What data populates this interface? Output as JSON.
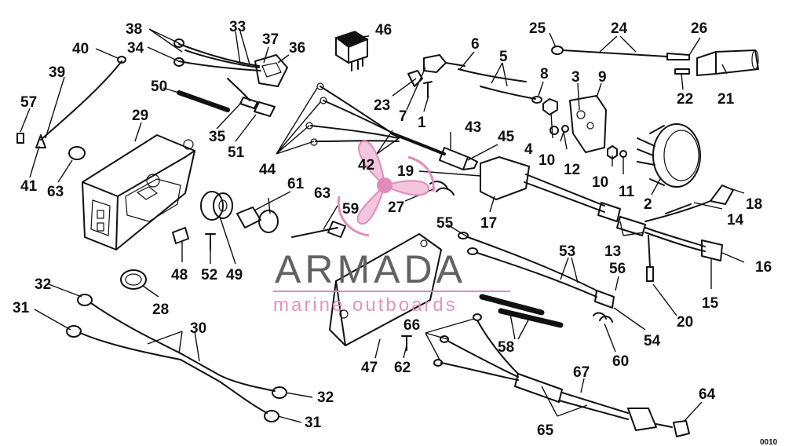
{
  "watermark": {
    "title": "ARMADA",
    "subtitle": "marine outboards",
    "accent_color": "#e085b8",
    "text_color": "#5a5a5a"
  },
  "figure_code": "0010",
  "callouts": {
    "c1": "1",
    "c2": "2",
    "c3": "3",
    "c4": "4",
    "c5": "5",
    "c6": "6",
    "c7": "7",
    "c8": "8",
    "c9": "9",
    "c10a": "10",
    "c10b": "10",
    "c11": "11",
    "c12": "12",
    "c13": "13",
    "c14": "14",
    "c15": "15",
    "c16": "16",
    "c17": "17",
    "c18": "18",
    "c19": "19",
    "c20": "20",
    "c21": "21",
    "c22": "22",
    "c23": "23",
    "c24": "24",
    "c25": "25",
    "c26": "26",
    "c27": "27",
    "c28": "28",
    "c29": "29",
    "c30": "30",
    "c31a": "31",
    "c31b": "31",
    "c32a": "32",
    "c32b": "32",
    "c33": "33",
    "c34": "34",
    "c35": "35",
    "c36": "36",
    "c37": "37",
    "c38": "38",
    "c39": "39",
    "c40": "40",
    "c41": "41",
    "c42": "42",
    "c43": "43",
    "c44": "44",
    "c45": "45",
    "c46": "46",
    "c47": "47",
    "c48": "48",
    "c49": "49",
    "c50": "50",
    "c51": "51",
    "c52": "52",
    "c53": "53",
    "c54": "54",
    "c55": "55",
    "c56": "56",
    "c57": "57",
    "c58": "58",
    "c59": "59",
    "c60": "60",
    "c61": "61",
    "c62": "62",
    "c63a": "63",
    "c63b": "63",
    "c64": "64",
    "c65": "65",
    "c66": "66",
    "c67": "67"
  }
}
